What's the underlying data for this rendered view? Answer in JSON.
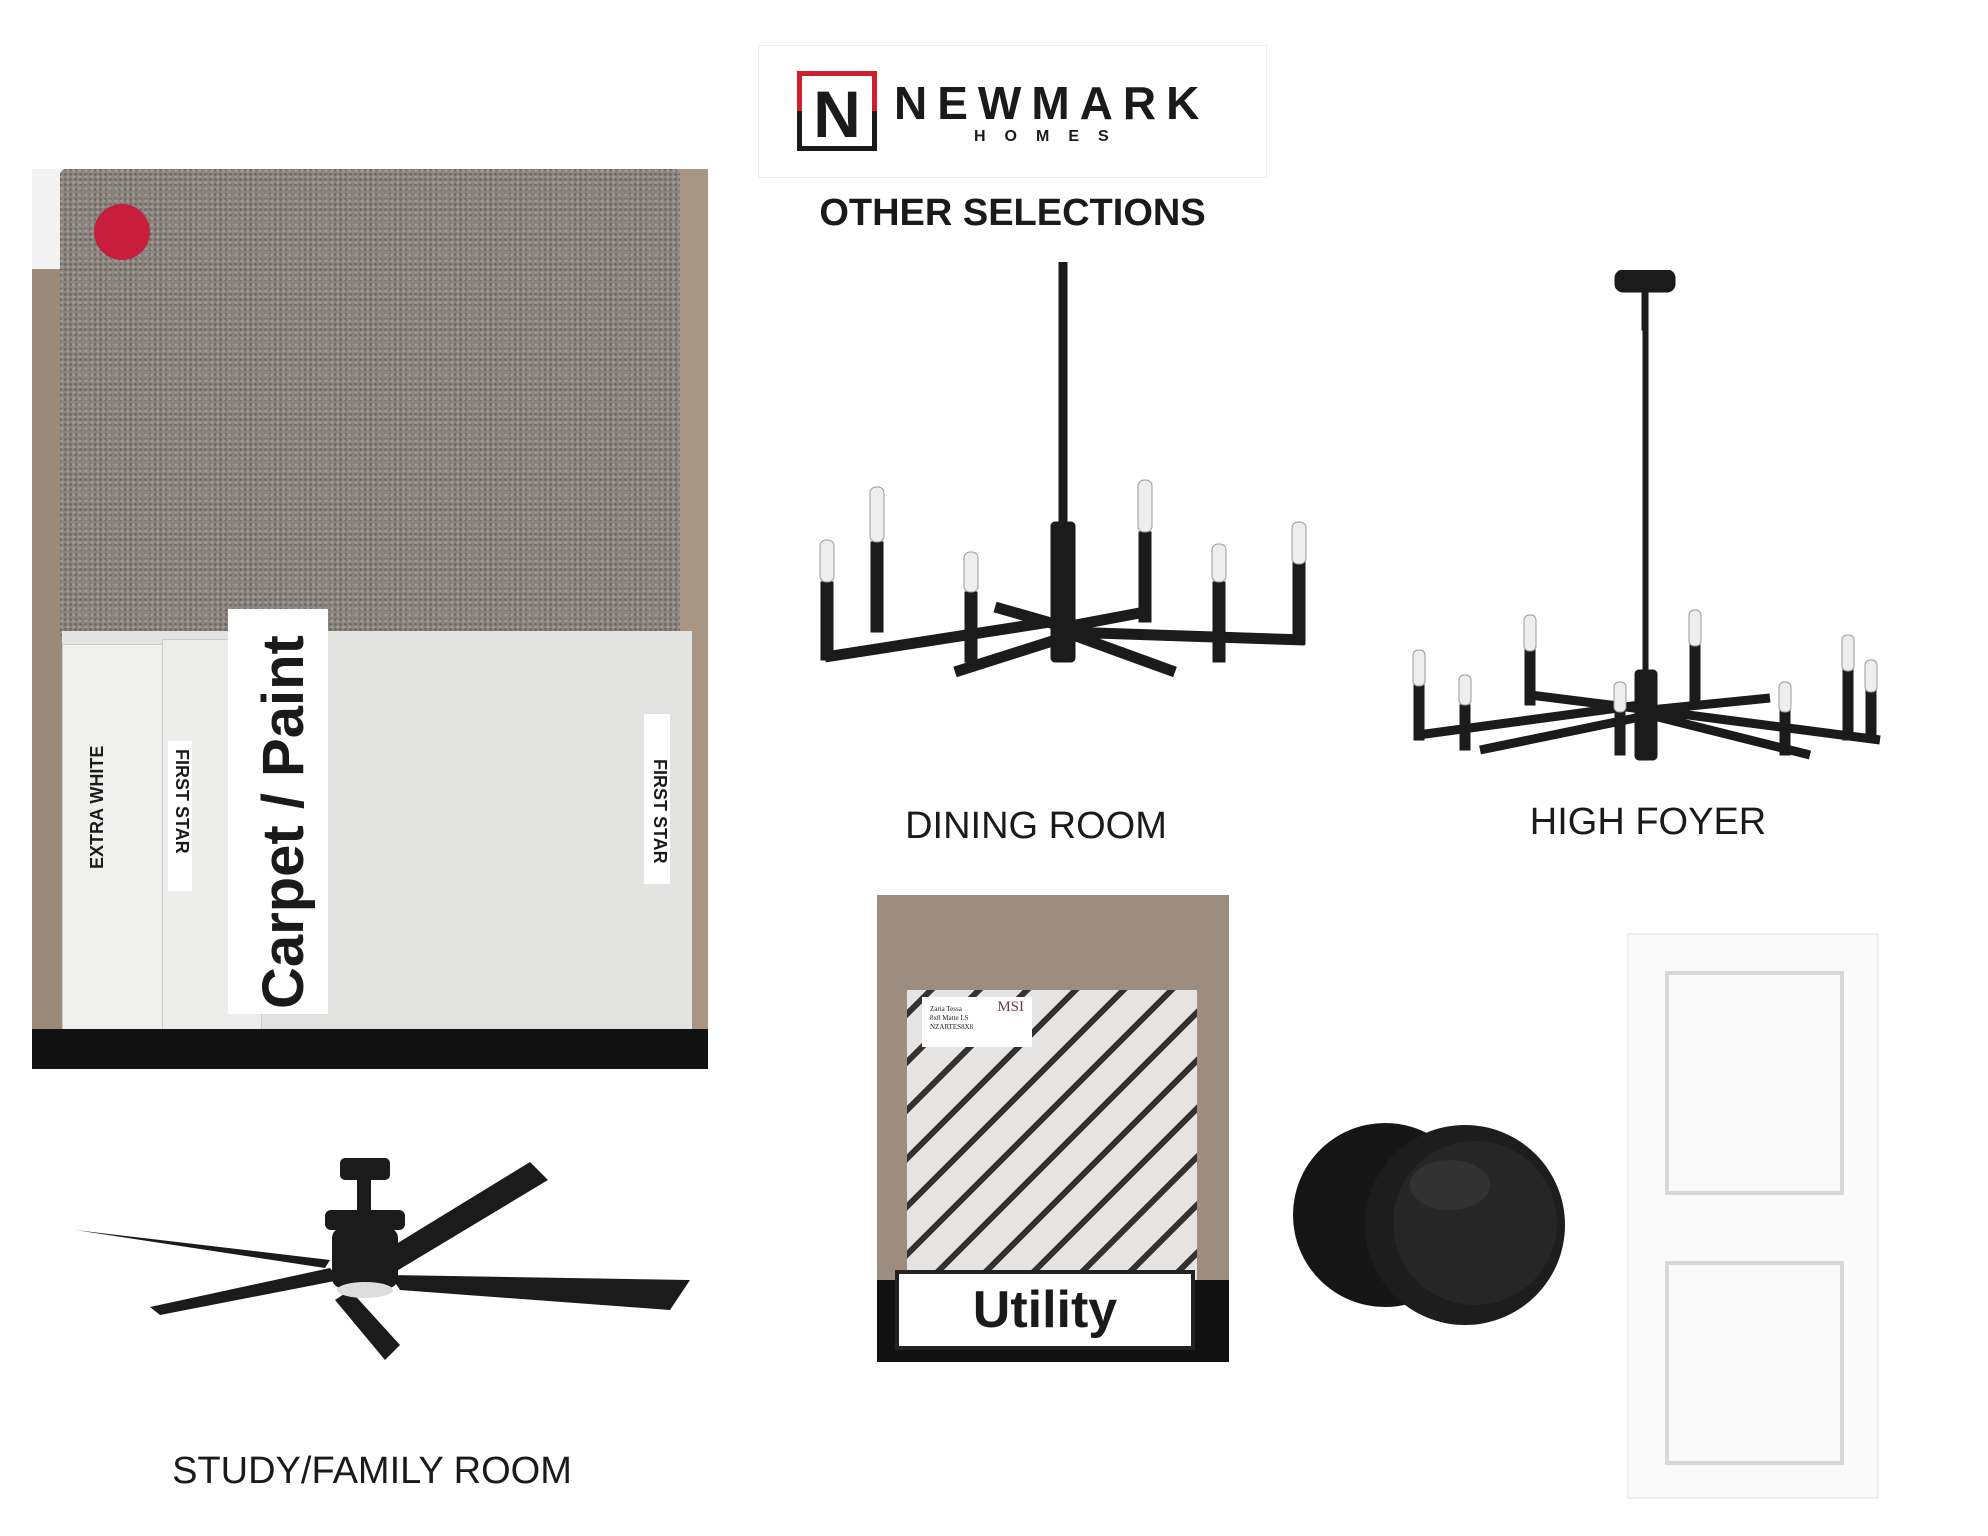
{
  "logo": {
    "brand": "NEWMARK",
    "sub": "HOMES",
    "mark_letter": "N",
    "accent": "#d0202e"
  },
  "page_title": "OTHER SELECTIONS",
  "carpet_photo": {
    "sign": "Carpet / Paint",
    "swatches": [
      "EXTRA WHITE",
      "FIRST STAR",
      "FIRST STAR"
    ]
  },
  "dining": {
    "label": "DINING ROOM"
  },
  "foyer": {
    "label": "HIGH FOYER"
  },
  "study": {
    "label": "STUDY/FAMILY ROOM"
  },
  "tile_photo": {
    "sign": "Utility",
    "brand": "MSI",
    "tag_lines": [
      "Zaria Tessa",
      "8x8 Matte LS",
      "NZARTES8X8"
    ]
  }
}
